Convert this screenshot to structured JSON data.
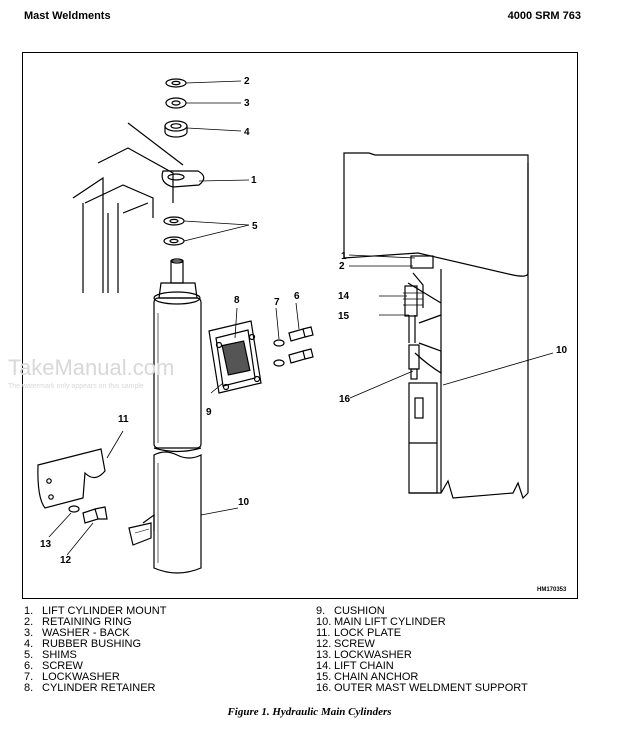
{
  "header": {
    "section_title": "Mast Weldments",
    "doc_code": "4000 SRM 763"
  },
  "figure": {
    "drawing_id": "HM170353",
    "caption": "Figure 1.  Hydraulic Main Cylinders",
    "callouts_left": [
      "1",
      "2",
      "3",
      "4",
      "5",
      "6",
      "7",
      "8",
      "9",
      "10",
      "11",
      "12",
      "13"
    ],
    "callouts_right": [
      "1",
      "2",
      "14",
      "15",
      "16",
      "10"
    ]
  },
  "watermark": {
    "brand": "TakeManual.com",
    "note": "The watermark only appears on this sample"
  },
  "legend": {
    "col1": [
      {
        "num": "1.",
        "label": "LIFT CYLINDER MOUNT"
      },
      {
        "num": "2.",
        "label": "RETAINING RING"
      },
      {
        "num": "3.",
        "label": "WASHER - BACK"
      },
      {
        "num": "4.",
        "label": "RUBBER BUSHING"
      },
      {
        "num": "5.",
        "label": "SHIMS"
      },
      {
        "num": "6.",
        "label": "SCREW"
      },
      {
        "num": "7.",
        "label": "LOCKWASHER"
      },
      {
        "num": "8.",
        "label": "CYLINDER RETAINER"
      }
    ],
    "col2": [
      {
        "num": "9.",
        "label": "CUSHION"
      },
      {
        "num": "10.",
        "label": "MAIN LIFT CYLINDER"
      },
      {
        "num": "11.",
        "label": "LOCK PLATE"
      },
      {
        "num": "12.",
        "label": "SCREW"
      },
      {
        "num": "13.",
        "label": "LOCKWASHER"
      },
      {
        "num": "14.",
        "label": "LIFT CHAIN"
      },
      {
        "num": "15.",
        "label": "CHAIN ANCHOR"
      },
      {
        "num": "16.",
        "label": "OUTER MAST WELDMENT SUPPORT"
      }
    ]
  }
}
